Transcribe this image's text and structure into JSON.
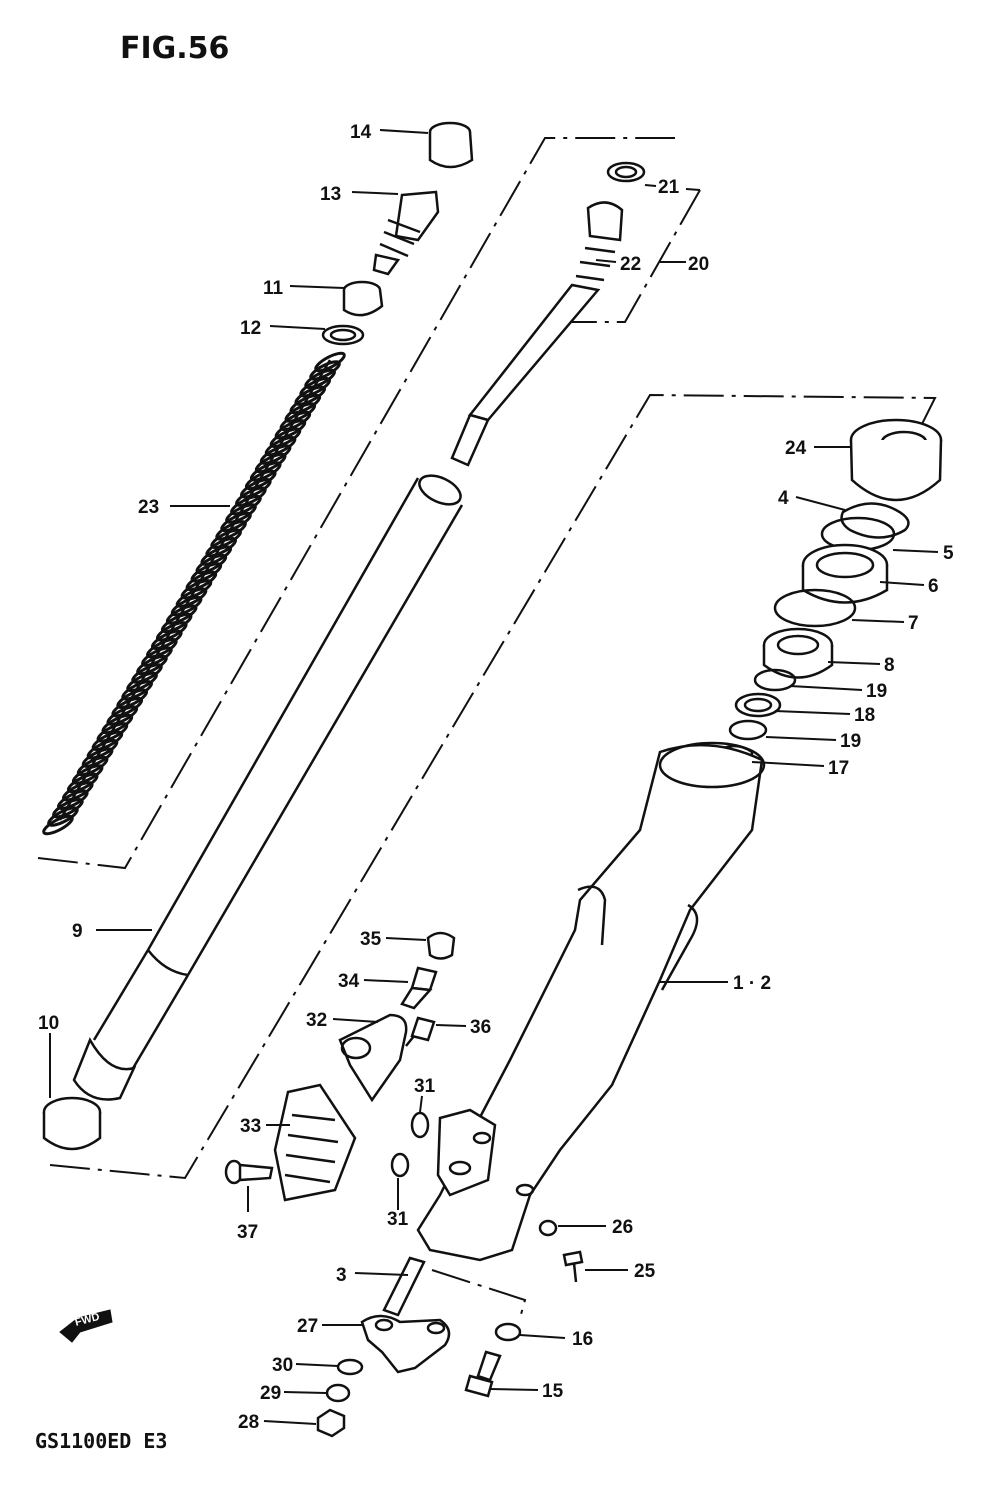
{
  "figure": {
    "title": "FIG.56",
    "model": "GS1100ED E3",
    "fwd_label": "FWD"
  },
  "parts": [
    {
      "id": "p14",
      "label": "14"
    },
    {
      "id": "p13",
      "label": "13"
    },
    {
      "id": "p11",
      "label": "11"
    },
    {
      "id": "p12",
      "label": "12"
    },
    {
      "id": "p21",
      "label": "21"
    },
    {
      "id": "p22",
      "label": "22"
    },
    {
      "id": "p20",
      "label": "20"
    },
    {
      "id": "p23",
      "label": "23"
    },
    {
      "id": "p24",
      "label": "24"
    },
    {
      "id": "p4",
      "label": "4"
    },
    {
      "id": "p5",
      "label": "5"
    },
    {
      "id": "p6",
      "label": "6"
    },
    {
      "id": "p7",
      "label": "7"
    },
    {
      "id": "p8",
      "label": "8"
    },
    {
      "id": "p19a",
      "label": "19"
    },
    {
      "id": "p18",
      "label": "18"
    },
    {
      "id": "p19b",
      "label": "19"
    },
    {
      "id": "p17",
      "label": "17"
    },
    {
      "id": "p9",
      "label": "9"
    },
    {
      "id": "p35",
      "label": "35"
    },
    {
      "id": "p34",
      "label": "34"
    },
    {
      "id": "p32",
      "label": "32"
    },
    {
      "id": "p36",
      "label": "36"
    },
    {
      "id": "p1_2",
      "label": "1 · 2"
    },
    {
      "id": "p10",
      "label": "10"
    },
    {
      "id": "p31a",
      "label": "31"
    },
    {
      "id": "p33",
      "label": "33"
    },
    {
      "id": "p31b",
      "label": "31"
    },
    {
      "id": "p37",
      "label": "37"
    },
    {
      "id": "p26",
      "label": "26"
    },
    {
      "id": "p25",
      "label": "25"
    },
    {
      "id": "p3",
      "label": "3"
    },
    {
      "id": "p27",
      "label": "27"
    },
    {
      "id": "p16",
      "label": "16"
    },
    {
      "id": "p30",
      "label": "30"
    },
    {
      "id": "p29",
      "label": "29"
    },
    {
      "id": "p15",
      "label": "15"
    },
    {
      "id": "p28",
      "label": "28"
    }
  ]
}
